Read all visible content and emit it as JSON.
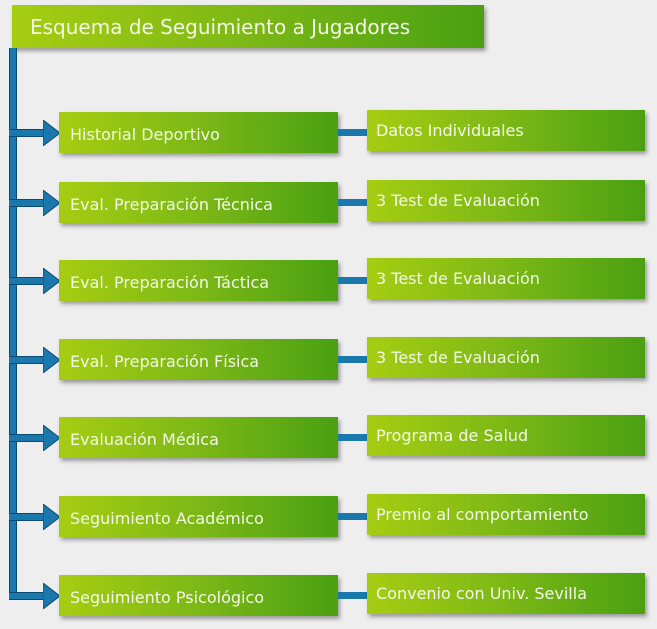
{
  "title": "Esquema de Seguimiento a Jugadores",
  "rows": [
    {
      "area": "Historial Deportivo",
      "detail": "Datos Individuales"
    },
    {
      "area": "Eval. Preparación Técnica",
      "detail": "3 Test de Evaluación"
    },
    {
      "area": "Eval. Preparación Táctica",
      "detail": "3 Test de Evaluación"
    },
    {
      "area": "Eval. Preparación Física",
      "detail": "3 Test de Evaluación"
    },
    {
      "area": "Evaluación Médica",
      "detail": "Programa de Salud"
    },
    {
      "area": "Seguimiento Académico",
      "detail": "Premio al comportamiento"
    },
    {
      "area": "Seguimiento Psicológico",
      "detail": "Convenio con Univ. Sevilla"
    }
  ]
}
